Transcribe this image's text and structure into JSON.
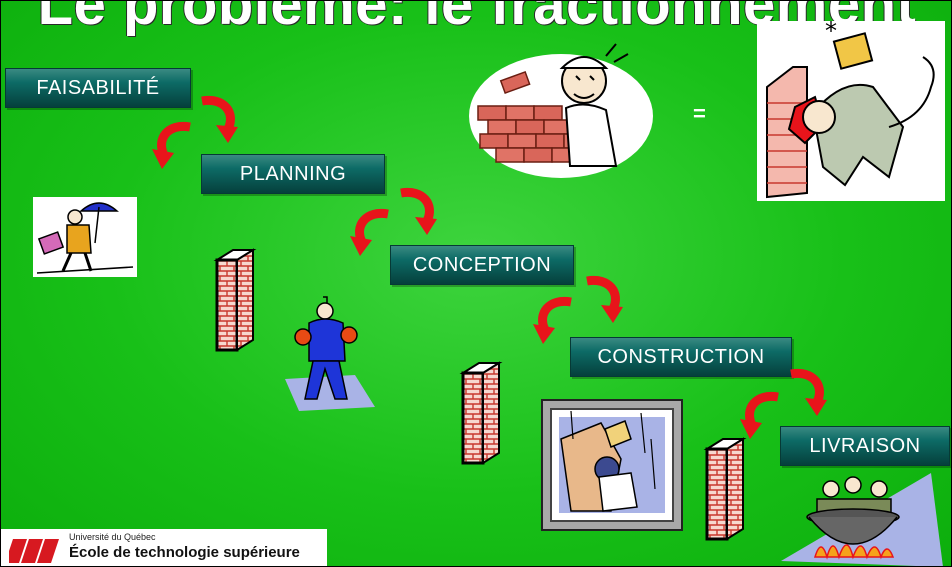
{
  "slide": {
    "title": "Le problème: le fractionnement",
    "equals": "=",
    "stages": [
      "FAISABILITÉ",
      "PLANNING",
      "CONCEPTION",
      "CONSTRUCTION",
      "LIVRAISON"
    ]
  },
  "logo": {
    "university": "Université du Québec",
    "school": "École de technologie supérieure"
  },
  "colors": {
    "background": "#18c018",
    "stage_box": "#0d6b66",
    "arrow": "#e8141b",
    "brand_red": "#d71920"
  },
  "icons": [
    "bricklayer-clipart",
    "man-hitting-wall-clipart",
    "businessman-umbrella-clipart",
    "worker-clipart",
    "architect-frame-clipart",
    "people-in-pot-clipart",
    "brick-wall-icon",
    "cycle-arrow-icon"
  ]
}
